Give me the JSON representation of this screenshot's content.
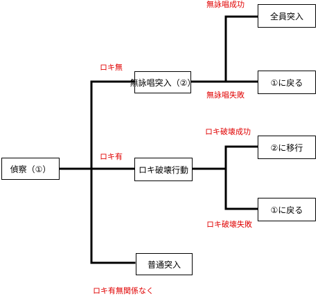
{
  "nodes": {
    "recon": "偵察（①）",
    "silent_charge": "無詠唱突入（②）",
    "loki_destroy": "ロキ破壊行動",
    "normal_charge": "普通突入",
    "all_charge": "全員突入",
    "return_1a": "①に戻る",
    "move_2": "②に移行",
    "return_1b": "①に戻る"
  },
  "labels": {
    "no_loki": "ロキ無",
    "has_loki": "ロキ有",
    "regardless": "ロキ有無関係なく",
    "silent_success": "無詠唱成功",
    "silent_fail": "無詠唱失敗",
    "destroy_success": "ロキ破壊成功",
    "destroy_fail": "ロキ破壊失敗"
  },
  "colors": {
    "line": "#000000",
    "label": "#e00000",
    "box_border": "#000000"
  }
}
